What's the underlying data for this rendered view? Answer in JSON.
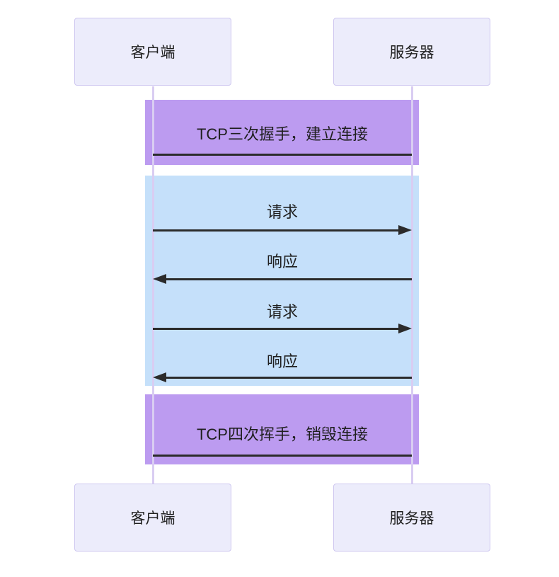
{
  "diagram": {
    "type": "sequence-diagram",
    "actors": [
      {
        "id": "client",
        "label": "客户端"
      },
      {
        "id": "server",
        "label": "服务器"
      }
    ],
    "notes": [
      {
        "text": "TCP三次握手，建立连接",
        "over": [
          "client",
          "server"
        ],
        "band_color": "#BC9BF0"
      },
      {
        "text": "TCP四次挥手，销毁连接",
        "over": [
          "client",
          "server"
        ],
        "band_color": "#BC9BF0"
      }
    ],
    "messages": [
      {
        "label": "请求",
        "from": "client",
        "to": "server",
        "direction": "right",
        "line": "solid"
      },
      {
        "label": "响应",
        "from": "server",
        "to": "client",
        "direction": "left",
        "line": "solid"
      },
      {
        "label": "请求",
        "from": "client",
        "to": "server",
        "direction": "right",
        "line": "solid"
      },
      {
        "label": "响应",
        "from": "server",
        "to": "client",
        "direction": "left",
        "line": "solid"
      }
    ],
    "colors": {
      "note_band": "#BC9BF0",
      "message_band": "#C5E0FA",
      "actor_fill": "#ECECFB",
      "actor_border": "#CFC8F0",
      "lifeline": "#D9CDF2",
      "signal_line": "#2b2b2b",
      "text": "#1f1f1f",
      "background": "#ffffff"
    }
  }
}
